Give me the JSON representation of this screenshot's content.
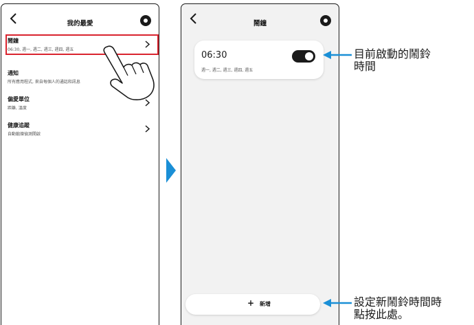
{
  "left_screen": {
    "title": "我的最愛",
    "items": [
      {
        "title": "鬧鐘",
        "subtitle": "06:30, 週一, 週二, 週三, 週四, 週五"
      },
      {
        "title": "通知",
        "subtitle": "所有應用程式, 來自每個人的通話和訊息"
      },
      {
        "title": "偏愛單位",
        "subtitle": "距離, 溫度"
      },
      {
        "title": "健康追蹤",
        "subtitle": "自動鍛煉偵測開啟"
      }
    ]
  },
  "right_screen": {
    "title": "鬧鐘",
    "alarm": {
      "time": "06:30",
      "days": "週一, 週二, 週三, 週四, 週五",
      "enabled": true
    },
    "add_label": "新增",
    "add_symbol": "+"
  },
  "annotations": {
    "alarm_note_line1": "目前啟動的鬧鈴",
    "alarm_note_line2": "時間",
    "add_note_line1": "設定新鬧鈴時間時",
    "add_note_line2": "點按此處。"
  },
  "colors": {
    "highlight": "#d9232e",
    "arrow": "#1a8fd6"
  },
  "icons": [
    "back-icon",
    "gear-icon",
    "chevron-right-icon",
    "pointing-hand-icon",
    "toggle-switch",
    "arrow-left-icon"
  ]
}
